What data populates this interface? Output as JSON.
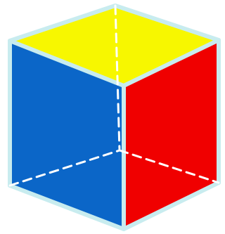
{
  "figure": {
    "type": "cube-diagram",
    "faces": [
      {
        "name": "top",
        "color": "#f7f700"
      },
      {
        "name": "left",
        "color": "#0b66c8"
      },
      {
        "name": "right",
        "color": "#f00000"
      }
    ],
    "edge_color": "#c8ecef",
    "hidden_edge_style": "dashed"
  }
}
